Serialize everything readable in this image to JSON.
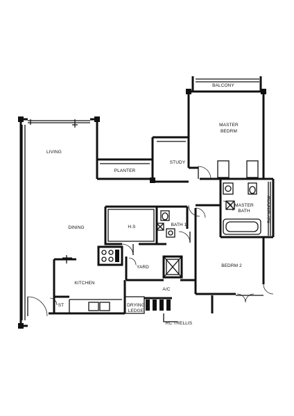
{
  "rooms": {
    "balcony": "BALCONY",
    "master_bedroom_line1": "MASTER",
    "master_bedroom_line2": "BEDRM",
    "living": "LIVING",
    "planter": "PLANTER",
    "study": "STUDY",
    "master_bath_line1": "MASTER",
    "master_bath_line2": "BATH",
    "bay_window": "BAY WINDOW",
    "dining": "DINING",
    "hs": "H.S",
    "bath1": "BATH 1",
    "yard": "YARD",
    "bedroom2": "BEDRM 2",
    "kitchen": "KITCHEN",
    "st": "ST",
    "ac": "A/C",
    "drying_ledge_line1": "DRYING",
    "drying_ledge_line2": "LEDGE",
    "rc_trellis": "RC TRELLIS"
  }
}
